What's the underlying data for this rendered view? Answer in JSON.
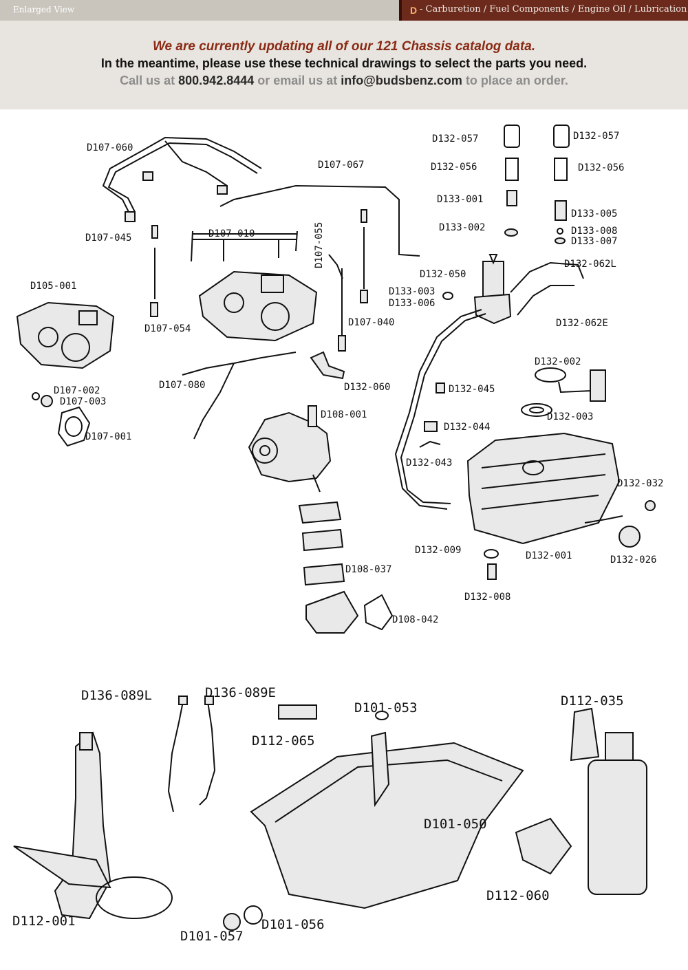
{
  "header": {
    "enlarged_label": "Enlarged View",
    "section_letter": "D",
    "section_title": "- Carburetion / Fuel Components / Engine Oil / Lubrication"
  },
  "notice": {
    "line1": "We are currently updating all of our 121 Chassis catalog data.",
    "line2": "In the meantime, please use these technical drawings to select the parts you need.",
    "line3_a": "Call us at ",
    "phone": "800.942.8444",
    "line3_b": " or email us at ",
    "email": "info@budsbenz.com",
    "line3_c": " to place an order."
  },
  "diagram": {
    "upper_labels": [
      "D107-060",
      "D107-067",
      "D132-057",
      "D132-057",
      "D132-056",
      "D132-056",
      "D133-001",
      "D133-005",
      "D133-002",
      "D133-008",
      "D133-007",
      "D107-045",
      "D107-010",
      "D107-055",
      "D132-050",
      "D132-062L",
      "D105-001",
      "D133-003",
      "D133-006",
      "D107-040",
      "D107-054",
      "D132-062E",
      "D132-002",
      "D107-080",
      "D132-060",
      "D132-045",
      "D107-002",
      "D107-003",
      "D108-001",
      "D132-003",
      "D107-001",
      "D132-044",
      "D132-043",
      "D132-032",
      "D132-009",
      "D132-001",
      "D132-026",
      "D108-037",
      "D132-008",
      "D108-042"
    ],
    "lower_labels": [
      "D136-089L",
      "D136-089E",
      "D101-053",
      "D112-035",
      "D112-065",
      "D101-050",
      "D112-060",
      "D112-001",
      "D101-057",
      "D101-056"
    ]
  }
}
